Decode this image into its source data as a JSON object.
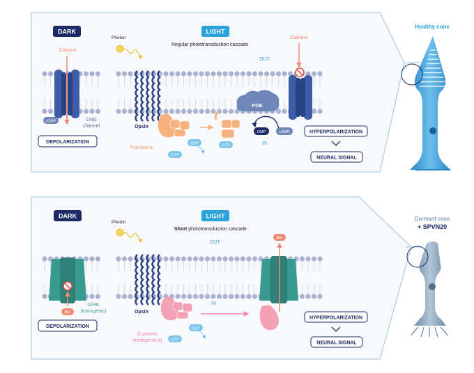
{
  "top_panel": {
    "dark_label": "DARK",
    "light_label": "LIGHT",
    "cations_left": "Cations",
    "cations_right": "Cations",
    "photon": "Photon",
    "subtitle": "Regular phototransduction cascade",
    "out": "OUT",
    "in": "IN",
    "cgmp_left": "cGMP",
    "cng_line1": "CNG",
    "cng_line2": "channel",
    "opsin": "Opsin",
    "transducin": "Transducin",
    "gdp": "GDP",
    "gtp_a": "GTP",
    "gtp_b": "GTP",
    "pde": "PDE",
    "gmp": "GMP",
    "cgmp_right": "cGMP",
    "depolarization": "DEPOLARIZATION",
    "hyperpolarization": "HYPERPOLARIZATION",
    "neural_signal": "NEURAL SIGNAL",
    "cell_label": "Healthy cone"
  },
  "bottom_panel": {
    "dark_label": "DARK",
    "light_label": "LIGHT",
    "photon": "Photon",
    "subtitle_bold": "Short",
    "subtitle_rest": " phototransduction cascade",
    "out": "OUT",
    "in": "IN",
    "k_left": "K+",
    "k_right": "K+",
    "girk_line1": "GIRK",
    "girk_line2": "(transgenic)",
    "opsin": "Opsin",
    "gdp": "GDP",
    "gtp": "GTP",
    "gprotein_line1": "G protein",
    "gprotein_line2": "(endogenous)",
    "depolarization": "DEPOLARIZATION",
    "hyperpolarization": "HYPERPOLARIZATION",
    "neural_signal": "NEURAL SIGNAL",
    "cell_label_line1": "Dormant cone",
    "cell_label_line2": "+ SPVN20"
  },
  "colors": {
    "navy": "#1c2a66",
    "light_blue": "#29a3dd",
    "salmon": "#f08a72",
    "orange": "#f6b27e",
    "pink": "#f3a2b6",
    "teal": "#3b9a8f",
    "membrane_head": "#a9b3cf"
  }
}
